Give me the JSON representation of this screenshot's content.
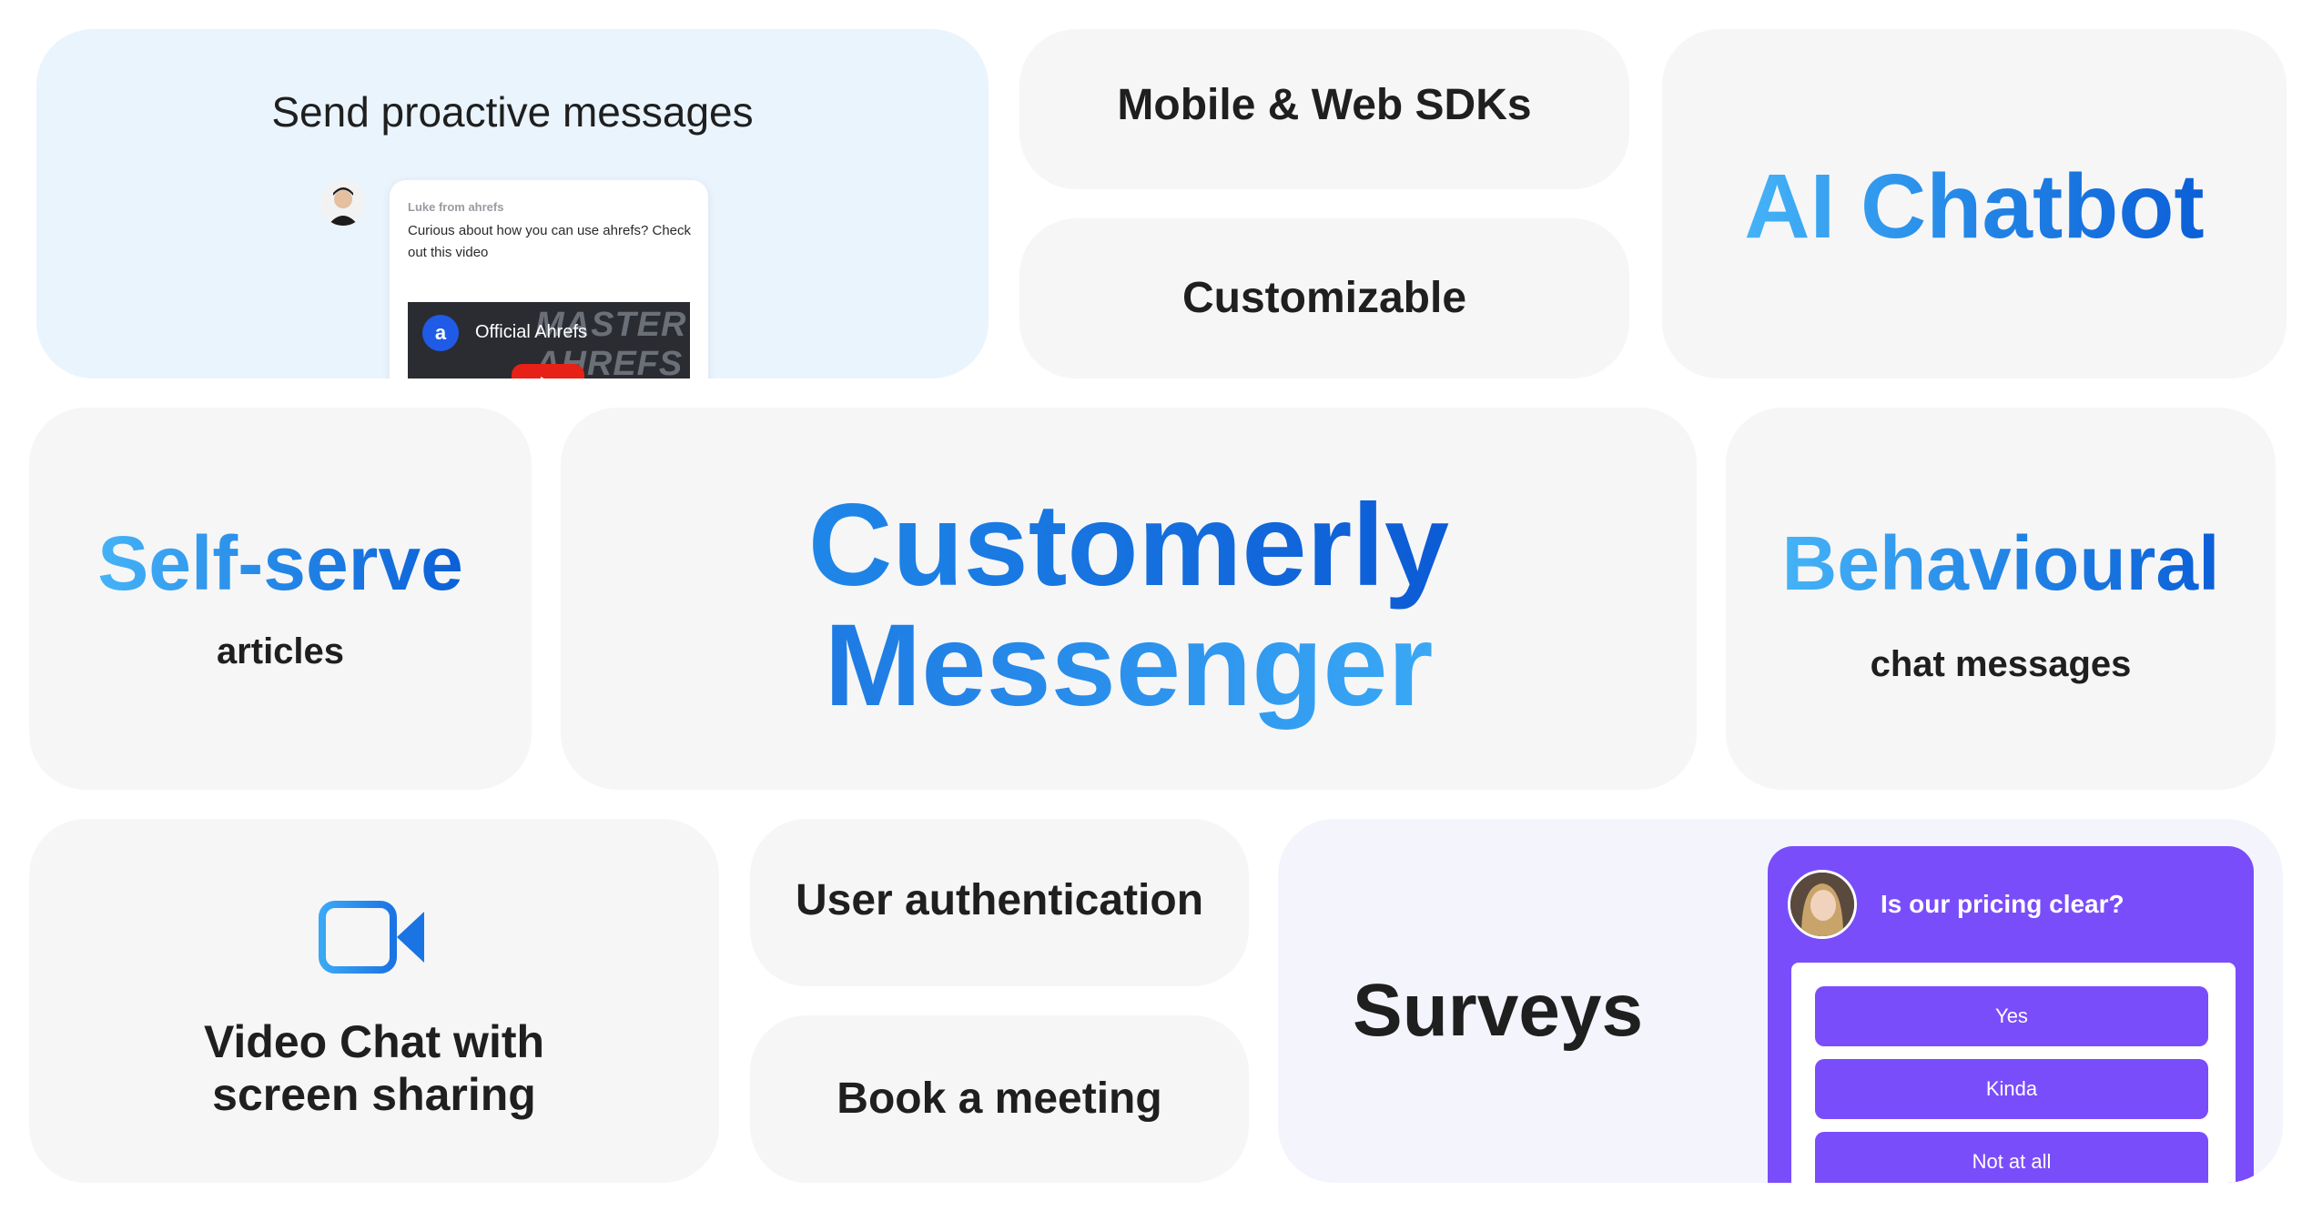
{
  "proactive": {
    "title": "Send proactive messages",
    "message": {
      "from": "Luke from ahrefs",
      "body": "Curious about how you can use ahrefs? Check out this video",
      "video_logo": "a",
      "video_title": "Official Ahrefs",
      "video_overlay": "MASTER AHREFS"
    }
  },
  "sdk": {
    "title": "Mobile & Web SDKs"
  },
  "customizable": {
    "title": "Customizable"
  },
  "ai": {
    "title": "AI Chatbot"
  },
  "self_serve": {
    "title": "Self-serve",
    "subtitle": "articles"
  },
  "messenger": {
    "line1": "Customerly",
    "line2": "Messenger"
  },
  "behavioural": {
    "title": "Behavioural",
    "subtitle": "chat messages"
  },
  "video_chat": {
    "title_line1": "Video Chat with",
    "title_line2": "screen sharing",
    "icon": "video-camera-icon"
  },
  "auth": {
    "title": "User authentication"
  },
  "book": {
    "title": "Book a meeting"
  },
  "surveys": {
    "title": "Surveys",
    "question": "Is our pricing clear?",
    "options": [
      "Yes",
      "Kinda",
      "Not at all"
    ]
  },
  "colors": {
    "brand_gradient_start": "#45b3f7",
    "brand_gradient_end": "#0b5fd7",
    "survey_purple": "#7a4dfb",
    "card_bg": "#f6f6f7",
    "proactive_bg": "#eaf4fd"
  }
}
